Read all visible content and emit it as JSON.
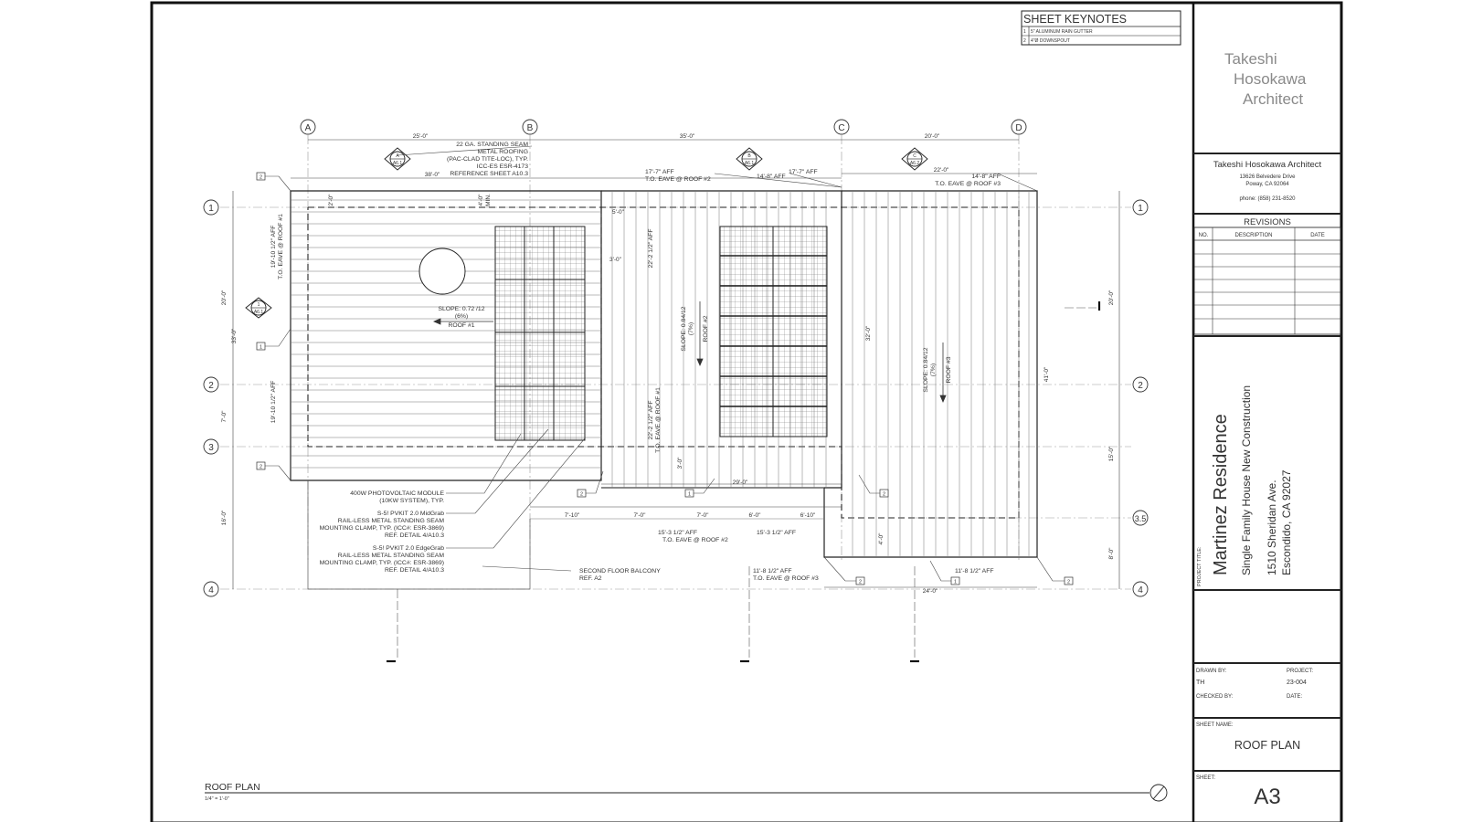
{
  "keynotes": {
    "title": "SHEET KEYNOTES",
    "items": [
      {
        "num": "1",
        "text": "5\" ALUMINUM RAIN GUTTER"
      },
      {
        "num": "2",
        "text": "4\"Ø DOWNSPOUT"
      }
    ]
  },
  "grid": {
    "cols": [
      "A",
      "B",
      "C",
      "D"
    ],
    "rows": [
      "1",
      "2",
      "3",
      "3.5",
      "4"
    ]
  },
  "dims": {
    "top": [
      "25'-0\"",
      "35'-0\"",
      "20'-0\""
    ],
    "top2": [
      "38'-0\"",
      "22'-0\""
    ],
    "left": [
      "20'-0\"",
      "33'-0\"",
      "7'-0\"",
      "16'-0\""
    ],
    "right": [
      "20'-0\"",
      "41'-0\"",
      "15'-0\"",
      "8'-0\""
    ],
    "bottom": [
      "7'-10\"",
      "7'-0\"",
      "7'-0\"",
      "6'-0\"",
      "6'-10\"",
      "29'-0\"",
      "24'-0\""
    ],
    "misc": [
      "2'-0\"",
      "4'-0\"",
      "MIN.",
      "5'-0\"",
      "3'-0\"",
      "32'-0\"",
      "3'-0\"",
      "4'-0\""
    ]
  },
  "labels": {
    "roofing": [
      "22 GA. STANDING SEAM",
      "METAL ROOFING",
      "(PAC-CLAD TITE-LOC), TYP.",
      "ICC-ES ESR-4173",
      "REFERENCE SHEET A10.3"
    ],
    "eave2": [
      "17'-7\" AFF",
      "T.O. EAVE @ ROOF #2"
    ],
    "aff14": "14'-8\" AFF",
    "aff17": "17'-7\" AFF",
    "eave3": [
      "14'-8\" AFF",
      "T.O. EAVE @ ROOF #3"
    ],
    "eave1_left": [
      "19'-10 1/2\" AFF",
      "T.O. EAVE @ ROOF #1"
    ],
    "aff19": "19'-10 1/2\" AFF",
    "slope1": [
      "SLOPE: 0.72 /12",
      "(6%)",
      "ROOF #1"
    ],
    "slope2": [
      "SLOPE: 0.84/12",
      "(7%)",
      "ROOF #2"
    ],
    "slope3": [
      "SLOPE: 0.84/12",
      "(7%)",
      "ROOF #3"
    ],
    "aff22": "22'-2 1/2\" AFF",
    "eave1_mid": [
      "22'-2 1/2\" AFF",
      "T.O. EAVE @ ROOF #1"
    ],
    "pv": [
      "400W PHOTOVOLTAIC MODULE",
      "(10KW SYSTEM), TYP."
    ],
    "midgrab": [
      "S-5! PVKIT 2.0 MidGrab",
      "RAIL-LESS METAL STANDING SEAM",
      "MOUNTING CLAMP, TYP. (ICC#: ESR-3869)",
      "REF. DETAIL 4/A10.3"
    ],
    "edgegrab": [
      "S-5! PVKIT 2.0 EdgeGrab",
      "RAIL-LESS METAL STANDING SEAM",
      "MOUNTING CLAMP, TYP. (ICC#: ESR-3869)",
      "REF. DETAIL 4/A10.3"
    ],
    "balcony": [
      "SECOND FLOOR BALCONY",
      "REF. A2"
    ],
    "eave2b": [
      "15'-3 1/2\" AFF",
      "T.O. EAVE @ ROOF #2"
    ],
    "aff15": "15'-3 1/2\" AFF",
    "eave3b": [
      "11'-8 1/2\" AFF",
      "T.O. EAVE @ ROOF #3"
    ],
    "aff11": "11'-8 1/2\" AFF",
    "sections": [
      {
        "letter": "A",
        "sheet": "A6.1"
      },
      {
        "letter": "B",
        "sheet": "A6.1"
      },
      {
        "letter": "C",
        "sheet": "A6.2"
      },
      {
        "letter": "1",
        "sheet": "A6.1"
      }
    ],
    "plan_title": "ROOF PLAN",
    "plan_scale": "1/4\" = 1'-0\""
  },
  "titleblock": {
    "logo": [
      "Takeshi",
      "Hosokawa",
      "Architect"
    ],
    "firm": "Takeshi Hosokawa Architect",
    "address1": "13626 Belvedere Drive",
    "address2": "Poway, CA 92064",
    "phone": "phone: (858) 231-8520",
    "revisions_title": "REVISIONS",
    "rev_cols": [
      "NO.",
      "DESCRIPTION",
      "DATE"
    ],
    "project_title_label": "PROJECT TITLE:",
    "project_name": "Martinez Residence",
    "project_desc": "Single Family House New Construction",
    "project_addr1": "1510 Sheridan Ave.",
    "project_addr2": "Escondido, CA 92027",
    "drawn_by_label": "DRAWN BY:",
    "drawn_by": "TH",
    "project_label": "PROJECT:",
    "project_num": "23-004",
    "checked_by_label": "CHECKED BY:",
    "date_label": "DATE:",
    "sheet_name_label": "SHEET NAME:",
    "sheet_name": "ROOF PLAN",
    "sheet_label": "SHEET:",
    "sheet_num": "A3"
  }
}
